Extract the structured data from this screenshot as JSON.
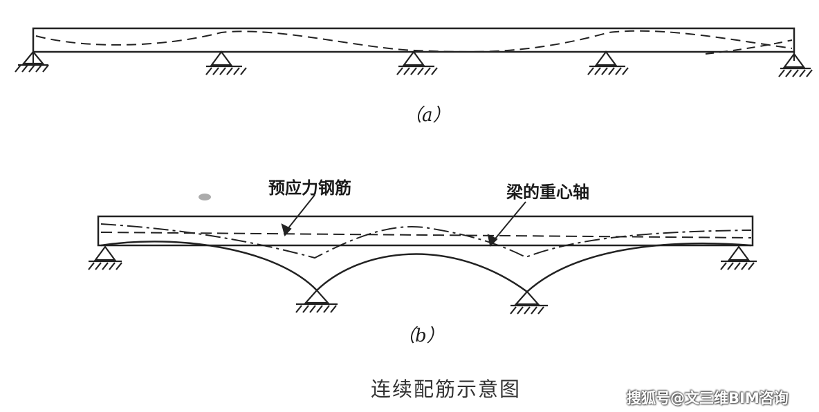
{
  "figure_a": {
    "label": "（a）"
  },
  "figure_b": {
    "label": "（b）",
    "callout_tendon": "预应力钢筋",
    "callout_centroid": "梁的重心轴"
  },
  "caption": "连续配筋示意图",
  "watermark": "搜狐号@文三维BIM咨询",
  "colors": {
    "line": "#222222",
    "background": "#ffffff"
  }
}
